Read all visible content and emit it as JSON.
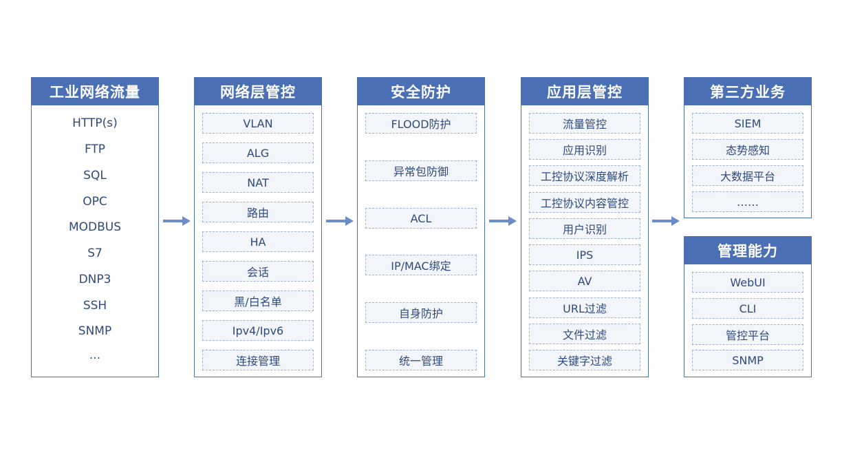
{
  "columns": [
    {
      "title": "工业网络流量",
      "items": [
        "HTTP(s)",
        "FTP",
        "SQL",
        "OPC",
        "MODBUS",
        "S7",
        "DNP3",
        "SSH",
        "SNMP",
        "..."
      ]
    },
    {
      "title": "网络层管控",
      "items": [
        "VLAN",
        "ALG",
        "NAT",
        "路由",
        "HA",
        "会话",
        "黑/白名单",
        "Ipv4/Ipv6",
        "连接管理"
      ]
    },
    {
      "title": "安全防护",
      "items": [
        "FLOOD防护",
        "异常包防御",
        "ACL",
        "IP/MAC绑定",
        "自身防护",
        "统一管理"
      ]
    },
    {
      "title": "应用层管控",
      "items": [
        "流量管控",
        "应用识别",
        "工控协议深度解析",
        "工控协议内容管控",
        "用户识别",
        "IPS",
        "AV",
        "URL过滤",
        "文件过滤",
        "关键字过滤"
      ]
    },
    {
      "title": "第三方业务",
      "items": [
        "SIEM",
        "态势感知",
        "大数据平台",
        "……"
      ]
    },
    {
      "title": "管理能力",
      "items": [
        "WebUI",
        "CLI",
        "管控平台",
        "SNMP"
      ]
    }
  ],
  "colors": {
    "header": "#4a6fb4",
    "border": "#4a6fb4",
    "item_bg": "#f2f5fa",
    "item_border": "#9fb2d4",
    "text": "#2e4a7d",
    "arrow": "#6a8cc9"
  }
}
